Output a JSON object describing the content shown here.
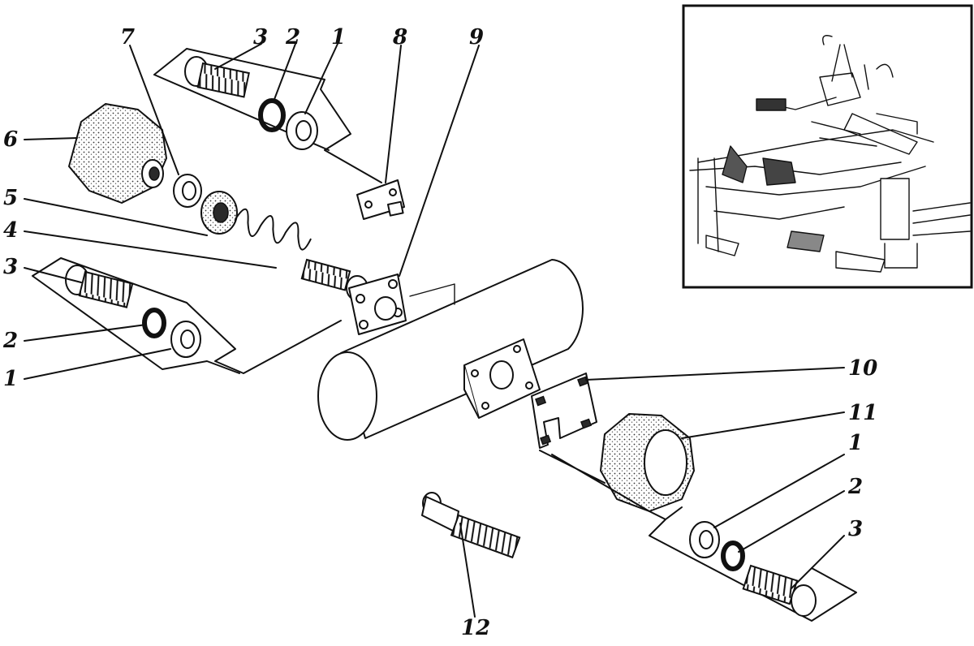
{
  "labels": {
    "l1_top": "1",
    "l2_top": "2",
    "l3_top": "3",
    "l8": "8",
    "l9": "9",
    "l7": "7",
    "l6": "6",
    "l5": "5",
    "l4": "4",
    "l3_left": "3",
    "l2_left": "2",
    "l1_left": "1",
    "l10": "10",
    "l11": "11",
    "l1_right": "1",
    "l2_right": "2",
    "l3_right": "3",
    "l12": "12"
  }
}
